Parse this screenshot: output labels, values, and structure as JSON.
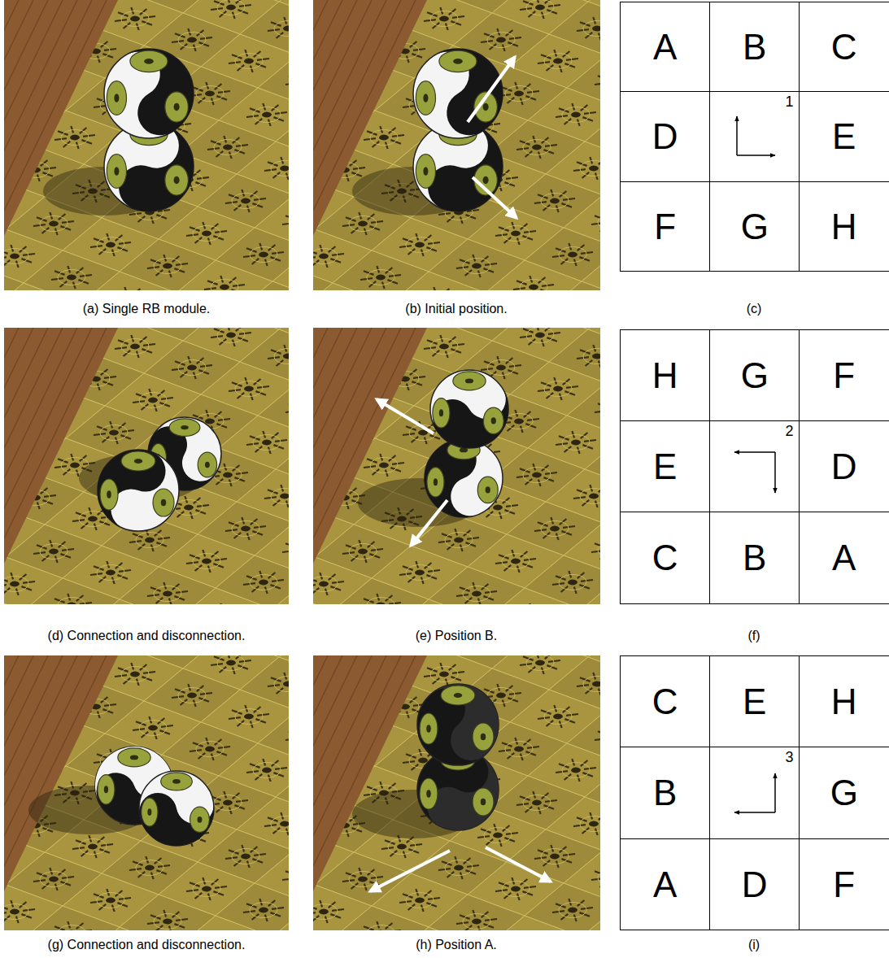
{
  "diagram": {
    "nodes": [
      {
        "text": [
          "A"
        ]
      },
      {
        "text": [
          "B"
        ]
      },
      {
        "text": [
          "C"
        ]
      },
      {
        "text": [
          "D"
        ]
      },
      {
        "text": [
          "1"
        ]
      },
      {
        "text": [
          "E"
        ]
      },
      {
        "text": [
          "F"
        ]
      },
      {
        "text": [
          "G"
        ]
      },
      {
        "text": [
          "H"
        ]
      },
      {
        "text": [
          "H"
        ]
      },
      {
        "text": [
          "G"
        ]
      },
      {
        "text": [
          "F"
        ]
      },
      {
        "text": [
          "E"
        ]
      },
      {
        "text": [
          "2"
        ]
      },
      {
        "text": [
          "D"
        ]
      },
      {
        "text": [
          "C"
        ]
      },
      {
        "text": [
          "B"
        ]
      },
      {
        "text": [
          "A"
        ]
      },
      {
        "text": [
          "C"
        ]
      },
      {
        "text": [
          "E"
        ]
      },
      {
        "text": [
          "H"
        ]
      },
      {
        "text": [
          "B"
        ]
      },
      {
        "text": [
          "3"
        ]
      },
      {
        "text": [
          "G"
        ]
      },
      {
        "text": [
          "A"
        ]
      },
      {
        "text": [
          "D"
        ]
      },
      {
        "text": [
          "F"
        ]
      }
    ],
    "labels": [
      "(a) Single RB module.",
      "(b) Initial position.",
      "(c)",
      "(d) Connection and disconnection.",
      "(e) Position B.",
      "(f)",
      "(g) Connection and disconnection.",
      "(h) Position A.",
      "(i)"
    ]
  }
}
